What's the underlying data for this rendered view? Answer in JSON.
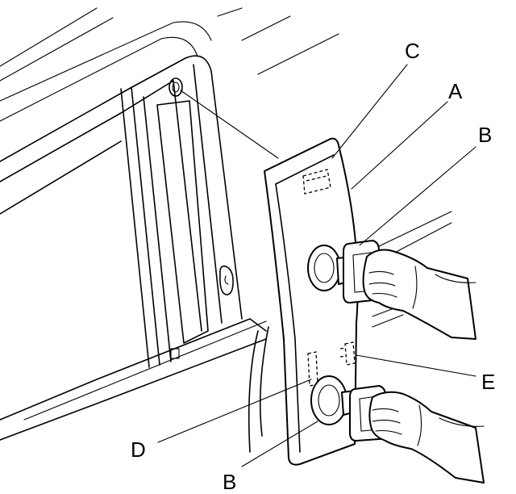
{
  "callouts": {
    "a": "A",
    "b_top": "B",
    "b_bottom": "B",
    "c": "C",
    "d": "D",
    "e": "E"
  }
}
